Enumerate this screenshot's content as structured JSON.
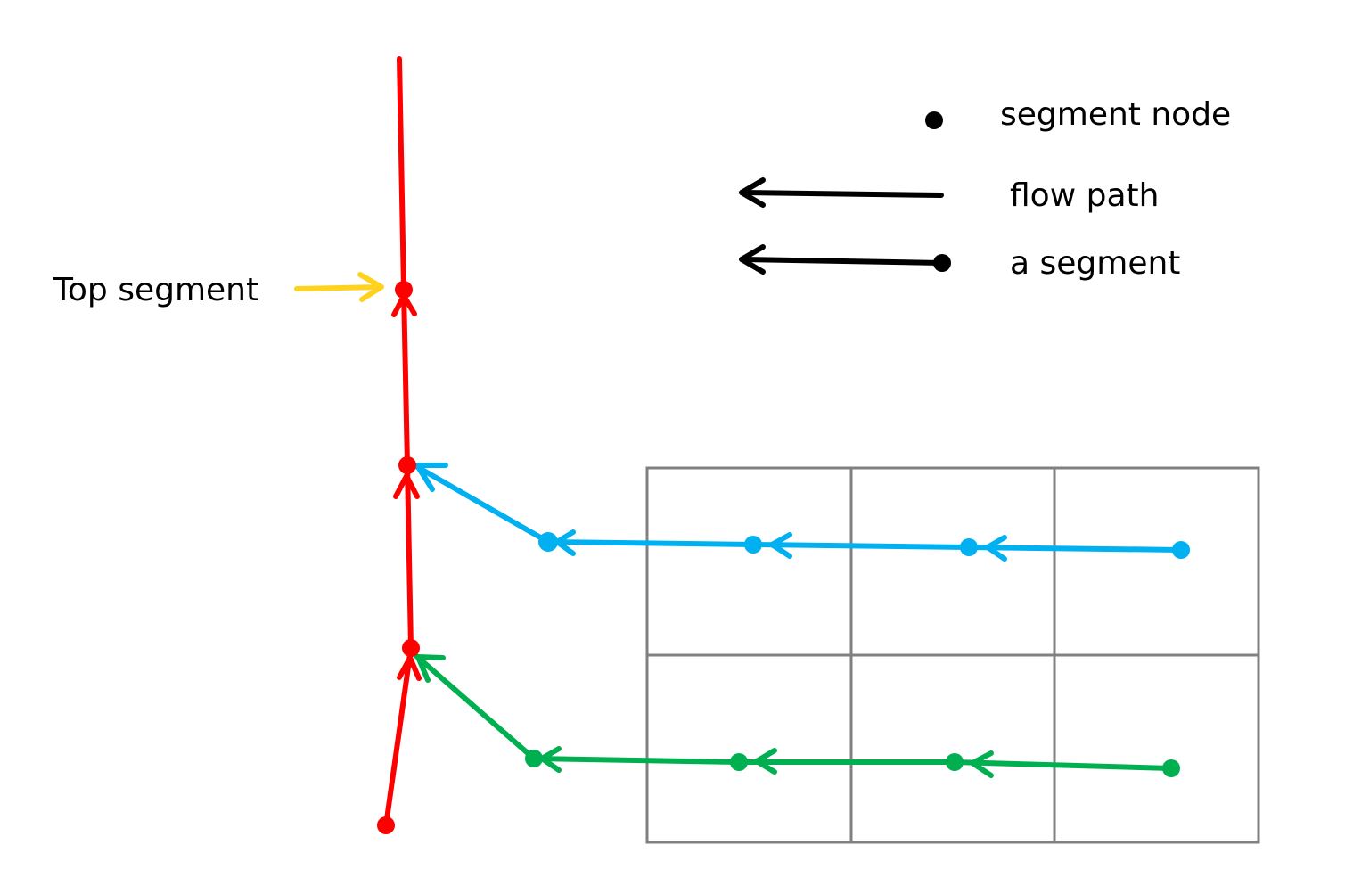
{
  "labels": {
    "top_segment": "Top segment"
  },
  "legend": {
    "node_label": "segment node",
    "flow_path_label": "flow path",
    "segment_label": "a segment"
  },
  "colors": {
    "main_stem": "#ff0000",
    "upper_branch": "#00b0f0",
    "lower_branch": "#00b050",
    "pointer": "#ffd21f",
    "grid": "#808080",
    "legend": "#000000"
  }
}
